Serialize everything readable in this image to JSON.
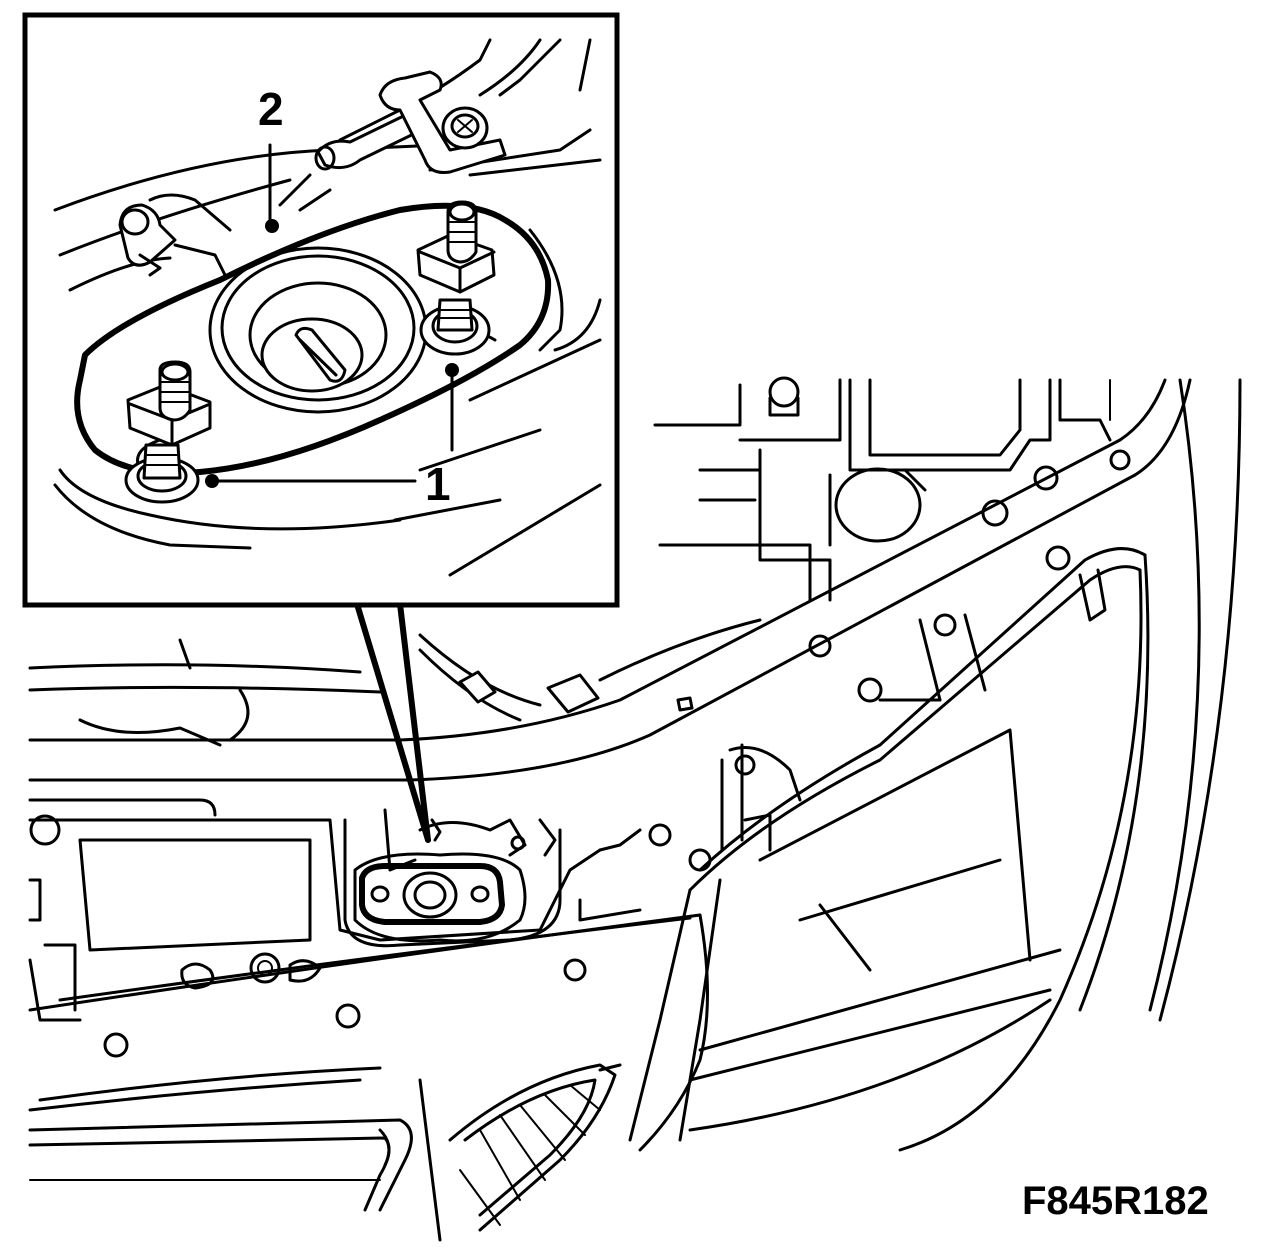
{
  "callouts": {
    "label_1": "1",
    "label_2": "2"
  },
  "figure_reference": "F845R182",
  "colors": {
    "ink": "#000000",
    "paper": "#ffffff"
  }
}
